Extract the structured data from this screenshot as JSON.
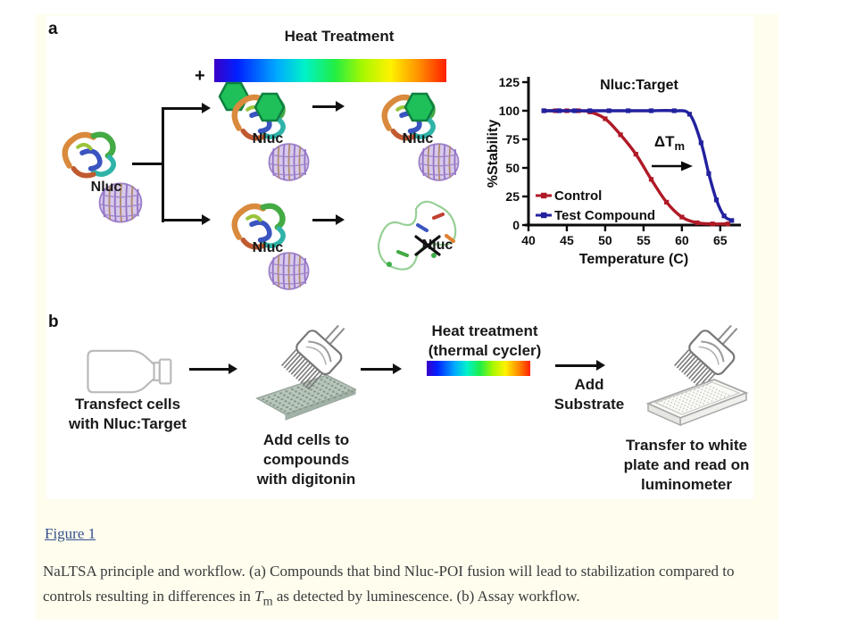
{
  "colors": {
    "figure_box_bg": "#fffdee",
    "control_red": "#b01926",
    "test_blue": "#22219e",
    "compound_green": "#1fc05a",
    "link_blue": "#35508c"
  },
  "icons": {
    "compound": "green-hexagon",
    "folded_protein": "ribbon-structure",
    "nluc_domain": "beta-barrel",
    "unfolded_protein": "denatured-squiggle",
    "heat_gradient": "temperature-rainbow-bar",
    "flask": "culture-flask",
    "pipette": "multichannel-pipette",
    "compound_plate": "96-well-plate",
    "white_plate": "white-assay-plate",
    "cross_out": "x-mark"
  },
  "panel_a": {
    "label": "a",
    "heat_treatment_title": "Heat Treatment",
    "plus_sign": "+",
    "nluc": "Nluc"
  },
  "chart_data": {
    "type": "line",
    "title": "Nluc:Target",
    "xlabel": "Temperature (C)",
    "ylabel": "%Stability",
    "xlim": [
      40,
      67
    ],
    "ylim": [
      0,
      125
    ],
    "xticks": [
      40,
      45,
      50,
      55,
      60,
      65
    ],
    "yticks": [
      0,
      25,
      50,
      75,
      100,
      125
    ],
    "grid": false,
    "legend_position": "lower-left-inside",
    "annotation": {
      "text_main": "ΔT",
      "text_sub": "m"
    },
    "series": [
      {
        "name": "Control",
        "color": "#b01926",
        "marker": "square",
        "x": [
          42,
          43.5,
          45,
          46.5,
          48,
          50,
          52,
          54,
          56,
          58,
          60,
          62,
          64,
          66
        ],
        "y": [
          100,
          100,
          100,
          100,
          99,
          93,
          79,
          62,
          40,
          20,
          7,
          2,
          1,
          1
        ]
      },
      {
        "name": "Test Compound",
        "color": "#22219e",
        "marker": "square",
        "x": [
          42,
          44,
          46,
          48,
          50.5,
          53,
          56,
          59,
          61,
          62.5,
          63.5,
          64.5,
          65.5,
          66.5
        ],
        "y": [
          100,
          100,
          100,
          100,
          100,
          100,
          100,
          100,
          97,
          72,
          45,
          22,
          8,
          4
        ]
      }
    ]
  },
  "panel_b": {
    "label": "b",
    "step1_caption": [
      "Transfect cells",
      "with Nluc:Target"
    ],
    "step2_caption": [
      "Add cells to",
      "compounds",
      "with digitonin"
    ],
    "heat_caption": [
      "Heat treatment",
      "(thermal cycler)"
    ],
    "add_substrate": [
      "Add",
      "Substrate"
    ],
    "step5_caption": [
      "Transfer to white",
      "plate and read on",
      "luminometer"
    ]
  },
  "caption": {
    "figure_link": "Figure 1",
    "text_before_tm": "NaLTSA principle and workflow. (a) Compounds that bind Nluc-POI fusion will lead to stabilization compared to controls resulting in differences in ",
    "tm_main": "T",
    "tm_sub": "m",
    "text_after_tm": " as detected by luminescence. (b) Assay workflow."
  }
}
